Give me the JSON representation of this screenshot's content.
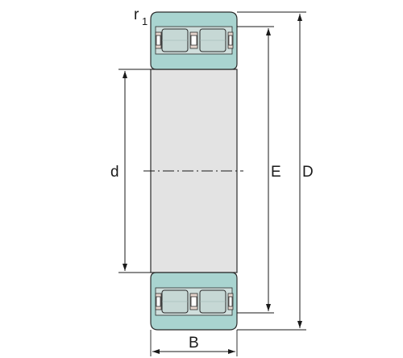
{
  "drawing": {
    "labels": {
      "r_main": "r",
      "r_sub": "1",
      "d": "d",
      "E": "E",
      "D": "D",
      "B": "B"
    },
    "colors": {
      "ring": "#a9d4d0",
      "bore": "#e3e3e3",
      "roller": "#c6d8d5",
      "cage": "#e6d6ce",
      "outline": "#2a2a2a"
    }
  }
}
